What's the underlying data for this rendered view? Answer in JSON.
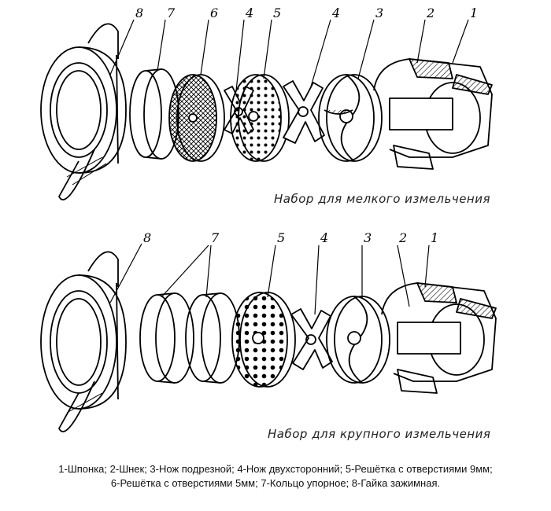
{
  "top_set": {
    "caption": "Набор для мелкого измельчения",
    "labels": [
      "8",
      "7",
      "6",
      "4",
      "5",
      "4",
      "3",
      "2",
      "1"
    ]
  },
  "bottom_set": {
    "caption": "Набор для крупного измельчения",
    "labels": [
      "8",
      "7",
      "5",
      "4",
      "3",
      "2",
      "1"
    ]
  },
  "legend": {
    "line1": "1-Шпонка; 2-Шнек; 3-Нож подрезной; 4-Нож двухсторонний; 5-Решётка с отверстиями 9мм;",
    "line2": "6-Решётка с отверстиями 5мм; 7-Кольцо упорное; 8-Гайка зажимная."
  }
}
